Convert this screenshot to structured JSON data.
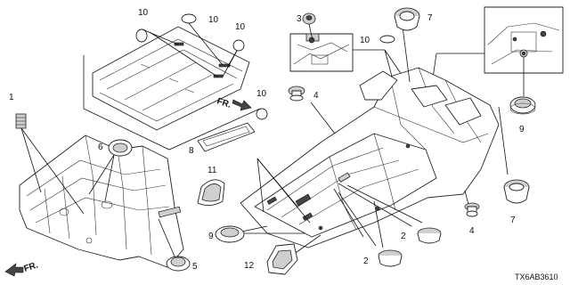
{
  "diagram_code": "TX6AB3610",
  "direction_label": "FR.",
  "callouts": {
    "c1": "1",
    "c2a": "2",
    "c2b": "2",
    "c3": "3",
    "c4a": "4",
    "c4b": "4",
    "c5": "5",
    "c6": "6",
    "c7a": "7",
    "c7b": "7",
    "c8": "8",
    "c9a": "9",
    "c9b": "9",
    "c10a": "10",
    "c10b": "10",
    "c10c": "10",
    "c10d": "10",
    "c11": "11",
    "c12": "12"
  }
}
